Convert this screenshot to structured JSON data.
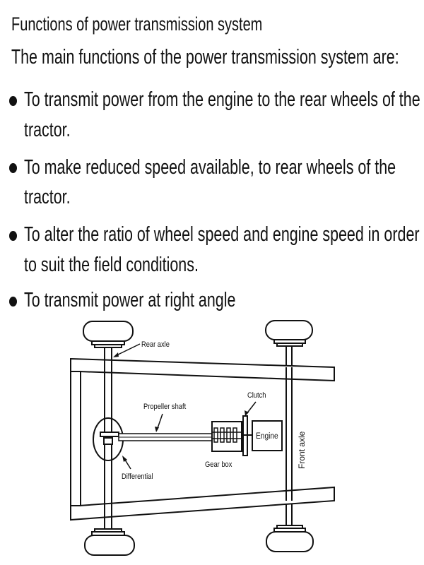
{
  "title": "Functions of power transmission system",
  "intro": "The main functions of the power transmission system are:",
  "bullets": [
    {
      "lines": [
        "To transmit power from the engine to the rear wheels of the",
        "tractor."
      ]
    },
    {
      "lines": [
        "To make reduced speed available, to rear wheels of the",
        "tractor."
      ]
    },
    {
      "lines": [
        "To alter the ratio of wheel speed and engine speed in order",
        "to suit the field conditions."
      ]
    },
    {
      "lines": [
        "To transmit power at right angle"
      ]
    }
  ],
  "diagram": {
    "labels": {
      "rear_axle": "Rear axle",
      "propeller_shaft": "Propeller shaft",
      "clutch": "Clutch",
      "engine": "Engine",
      "gear_box": "Gear box",
      "differential": "Differential",
      "front_axle": "Front axle"
    }
  }
}
